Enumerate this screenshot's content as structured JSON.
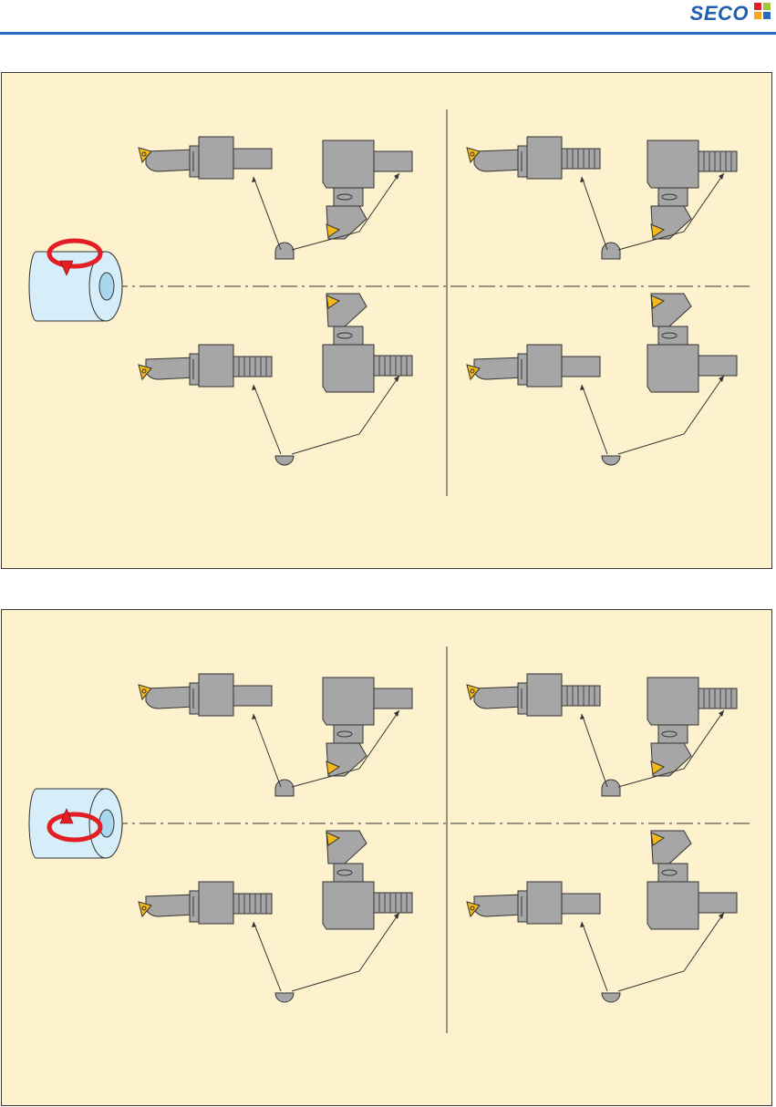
{
  "brand": {
    "logo_text": "SECO",
    "colors": {
      "brand_blue": "#1f5fb0",
      "rule_blue": "#2a6bc0",
      "panel_fill": "#fdf2cd",
      "tool_gray": "#a6a6a6",
      "insert_yellow": "#f2b918",
      "workpiece_blue": "#d6eef9",
      "rotation_red": "#e31e24",
      "logo_squares": [
        "#e31e24",
        "#9fc93c",
        "#f7a71b",
        "#2a6bc0"
      ]
    }
  },
  "panels": [
    {
      "id": "top",
      "rotation": "counter-clockwise",
      "quadrants": [
        {
          "id": "top-left",
          "bar_shank": "plain",
          "block_shank": "plain",
          "insert_side": "top"
        },
        {
          "id": "top-right",
          "bar_shank": "serrated",
          "block_shank": "serrated",
          "insert_side": "top"
        },
        {
          "id": "bottom-left",
          "bar_shank": "serrated",
          "block_shank": "serrated",
          "insert_side": "bottom"
        },
        {
          "id": "bottom-right",
          "bar_shank": "plain",
          "block_shank": "plain",
          "insert_side": "bottom"
        }
      ]
    },
    {
      "id": "bottom",
      "rotation": "clockwise",
      "quadrants": [
        {
          "id": "top-left",
          "bar_shank": "plain",
          "block_shank": "plain",
          "insert_side": "top"
        },
        {
          "id": "top-right",
          "bar_shank": "serrated",
          "block_shank": "serrated",
          "insert_side": "top"
        },
        {
          "id": "bottom-left",
          "bar_shank": "serrated",
          "block_shank": "serrated",
          "insert_side": "bottom"
        },
        {
          "id": "bottom-right",
          "bar_shank": "plain",
          "block_shank": "plain",
          "insert_side": "bottom"
        }
      ]
    }
  ]
}
